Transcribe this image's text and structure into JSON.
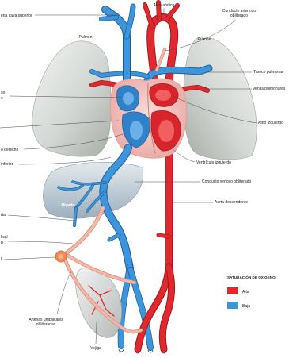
{
  "labels": {
    "vena_cava_superior": "ena cava superior",
    "arco_aortico": "Arco aórtico",
    "conducto_arterioso_obliterado": [
      "Conducto arterioso",
      "obliterado"
    ],
    "pulmon_izquierdo": "Pulmón",
    "pulmon_derecho": "Pulmón",
    "tronco_pulmonar": "Tronco pulmonar",
    "venas_pulmonares": "Venas pulmonares",
    "atrio_izquierdo": "Atrio izquierdo",
    "ventriculo_izquierdo": "Ventrículo izquierdo",
    "conducto_venoso_obliterado": "Conducto venoso obliterado",
    "higado": "Hígado",
    "aorta_descendente": "Aorta descendente",
    "arterias_umbilicales_obliteradas": [
      "Arterias umbilicales",
      "obliteradas"
    ],
    "vejiga": "Vejiga"
  },
  "left_cut_labels": [
    "so",
    "o",
    "o derecho",
    "inferior",
    "rta",
    "lical",
    "b",
    "l"
  ],
  "legend": {
    "title": "SATURACIÓN DE OXÍGENO",
    "items": [
      {
        "label": "Alta",
        "color": "#e0282e"
      },
      {
        "label": "Baja",
        "color": "#3d95dc"
      }
    ]
  }
}
